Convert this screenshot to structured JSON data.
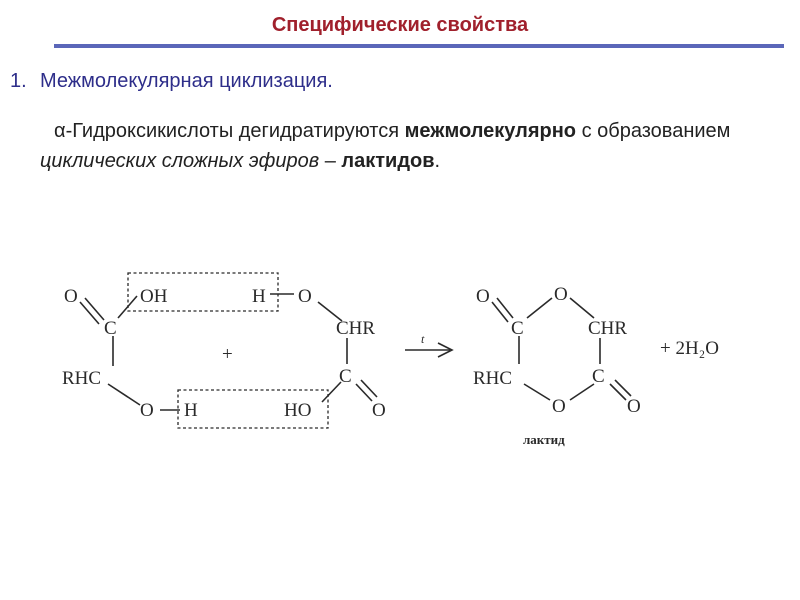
{
  "slide": {
    "title": "Специфические свойства",
    "item_number": "1.",
    "item_text": "Межмолекулярная циклизация.",
    "para": {
      "p1": "α-Гидроксикислоты дегидратируются ",
      "b1": "межмолекулярно",
      "p2": " с образованием ",
      "i1": "циклических сложных эфиров",
      "p3": " – ",
      "b2": "лактидов",
      "p4": "."
    }
  },
  "scheme": {
    "left": {
      "o_top": "O",
      "c_top": "C",
      "oh": "OH",
      "rhc": "RHC",
      "o_bottom": "O",
      "h_bottom": "H",
      "h_top": "H",
      "o_right": "O",
      "chr": "CHR",
      "c_right": "C",
      "ho": "HO",
      "o_br": "O"
    },
    "plus": "+",
    "arrow_label": "t",
    "product": {
      "o1": "O",
      "o2": "O",
      "c1": "C",
      "chr": "CHR",
      "rhc": "RHC",
      "c2": "C",
      "o3": "O",
      "o4": "O"
    },
    "water": "+ 2H₂O",
    "caption": "лактид"
  }
}
